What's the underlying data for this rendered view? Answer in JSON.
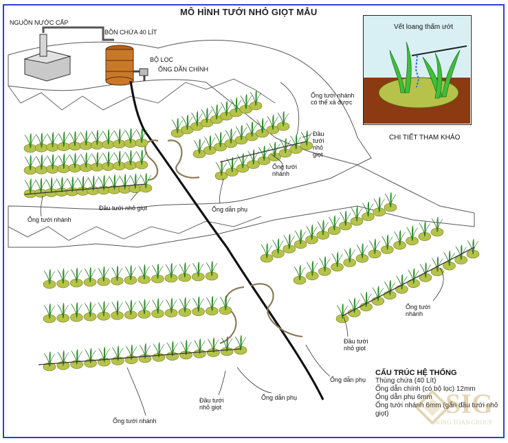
{
  "title": "MÔ HÌNH TƯỚI NHỎ GIỌT MẪU",
  "labels": {
    "water_source": "NGUỒN NƯỚC CẤP",
    "tank": "BỒN CHỨA 40 LÍT",
    "filter": "BỘ LỌC",
    "main_pipe": "ỐNG DẪN CHÍNH",
    "removable_branch": "Ống tưới nhánh có thể xả được",
    "drip_head_upper": "Đầu tưới nhỏ giọt",
    "branch_upper": "Ống tưới nhánh",
    "feeder_upper": "Ống dẫn phụ",
    "drip_head_left": "Đầu tưới nhỏ giọt",
    "branch_left": "Ống tưới nhánh",
    "branch_right": "Ống tưới nhánh",
    "drip_head_right": "Đầu tưới nhỏ giọt",
    "feeder_right": "Ống dẫn phụ",
    "drip_head_bottom": "Đầu tưới nhỏ giọt",
    "feeder_bottom": "Ống dẫn phụ",
    "branch_bottom": "Ống tưới nhánh"
  },
  "inset": {
    "wet_label": "Vết loang thấm ướt",
    "caption": "CHI TIẾT THAM KHẢO"
  },
  "legend": {
    "heading": "CẤU TRÚC HỆ THỐNG",
    "items": [
      "Thùng chứa (40 Lít)",
      "Ống dẫn chính (có bộ lọc) 12mm",
      "Ống dẫn phụ 6mm",
      "Ống tưới nhánh 6mm (gắn đầu tưới nhỏ giọt)"
    ]
  },
  "logo": {
    "mark": "SIG",
    "name": "SONG TOAN GROUP"
  },
  "colors": {
    "frame": "#2a3fd0",
    "plant": "#3fbf3a",
    "mound": "#b7c24a",
    "main_pipe": "#111111",
    "feeder": "#8a7a5a",
    "soil": "#8b3a12",
    "sky": "#d8f0f4",
    "tank": "#c9782a",
    "logo": "#b58a36"
  }
}
